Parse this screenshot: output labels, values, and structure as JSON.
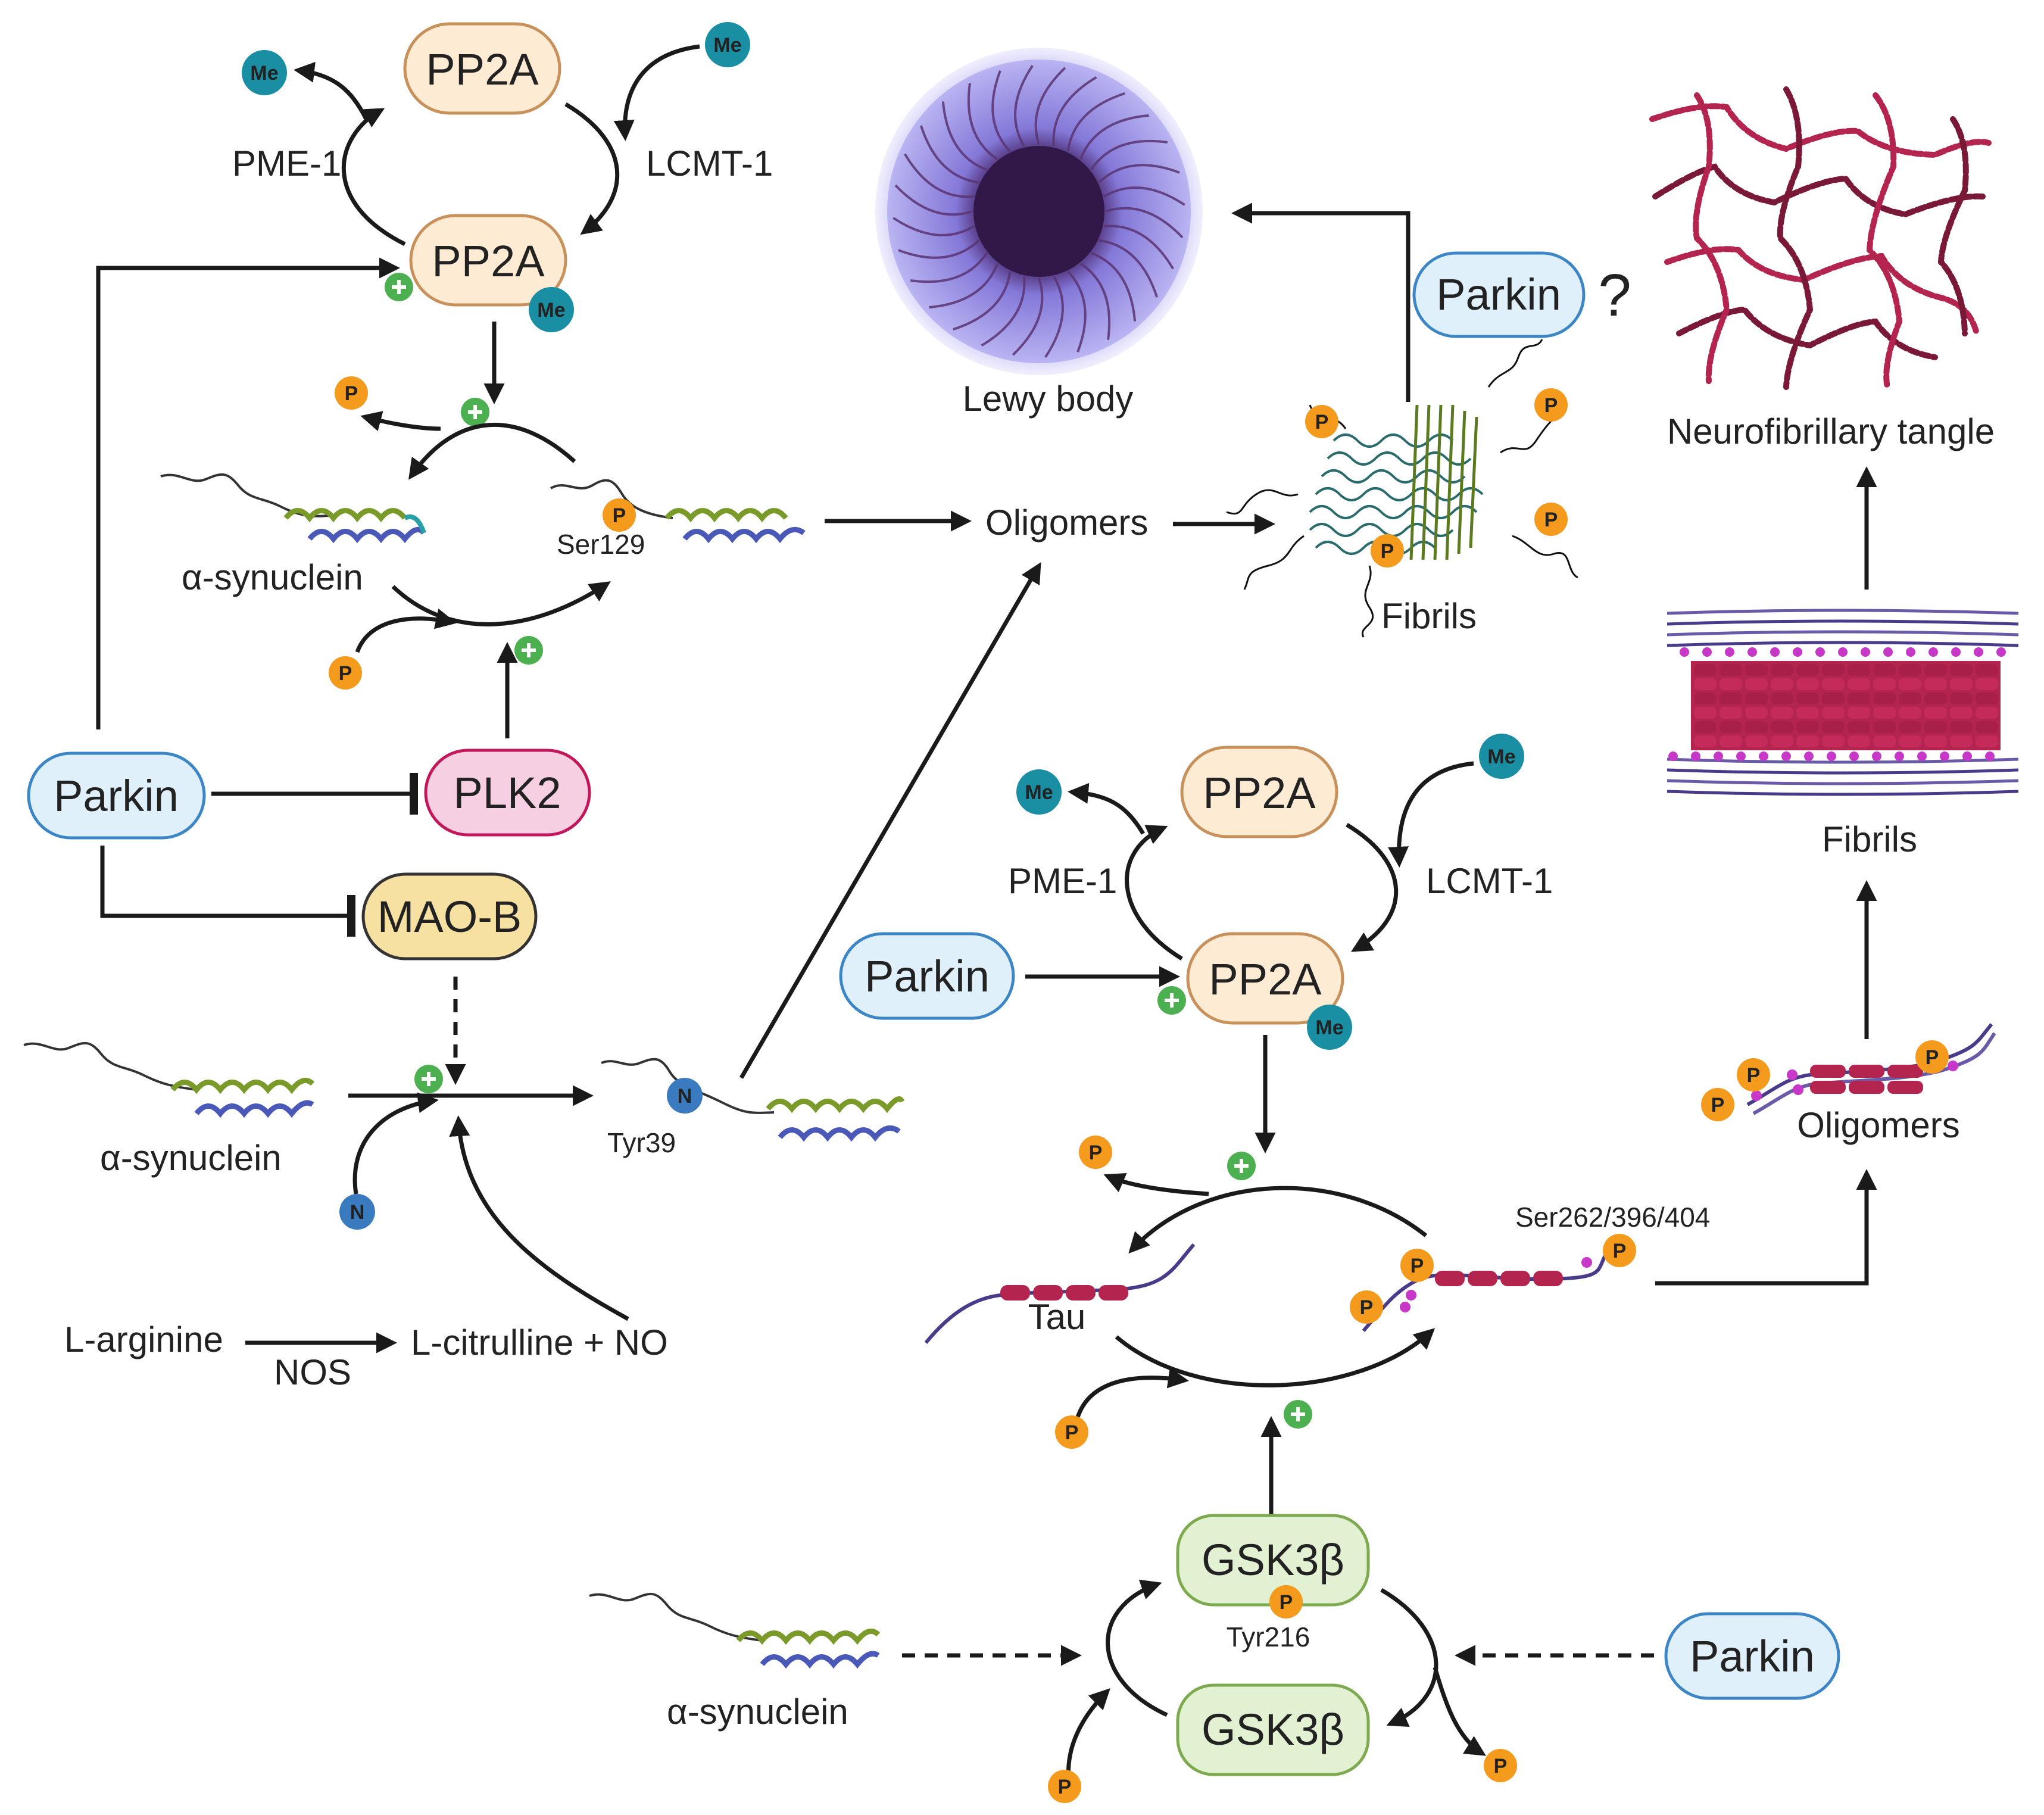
{
  "labels": {
    "pp2a": "PP2A",
    "pme1": "PME-1",
    "lcmt1": "LCMT-1",
    "parkin": "Parkin",
    "plk2": "PLK2",
    "maob": "MAO-B",
    "gsk3b": "GSK3β",
    "alpha_syn": "α-synuclein",
    "ser129": "Ser129",
    "tyr39": "Tyr39",
    "tyr216": "Tyr216",
    "ser262": "Ser262/396/404",
    "oligomers": "Oligomers",
    "fibrils": "Fibrils",
    "lewy_body": "Lewy body",
    "nft": "Neurofibrillary tangle",
    "tau": "Tau",
    "l_arginine": "L-arginine",
    "nos": "NOS",
    "l_citrulline": "L-citrulline + NO",
    "question": "?"
  },
  "badges": {
    "me": "Me",
    "p": "P",
    "n": "N"
  },
  "colors": {
    "pp2a_fill": "#fdebd3",
    "pp2a_stroke": "#c8905a",
    "parkin_fill": "#dff0fa",
    "parkin_stroke": "#3d86c6",
    "plk2_fill": "#f7cfe2",
    "plk2_stroke": "#c2185b",
    "maob_fill": "#f6e1a2",
    "maob_stroke": "#333333",
    "gsk_fill": "#e3f1d3",
    "gsk_stroke": "#7eaa4f",
    "me_badge": "#1a8fa3",
    "p_badge": "#f49a1c",
    "n_badge": "#3a7bbf",
    "plus_badge": "#4caf50",
    "tau_beads": "#b0204a",
    "lewy_core": "#3d1f55",
    "lewy_halo": "#9b8fe4"
  }
}
